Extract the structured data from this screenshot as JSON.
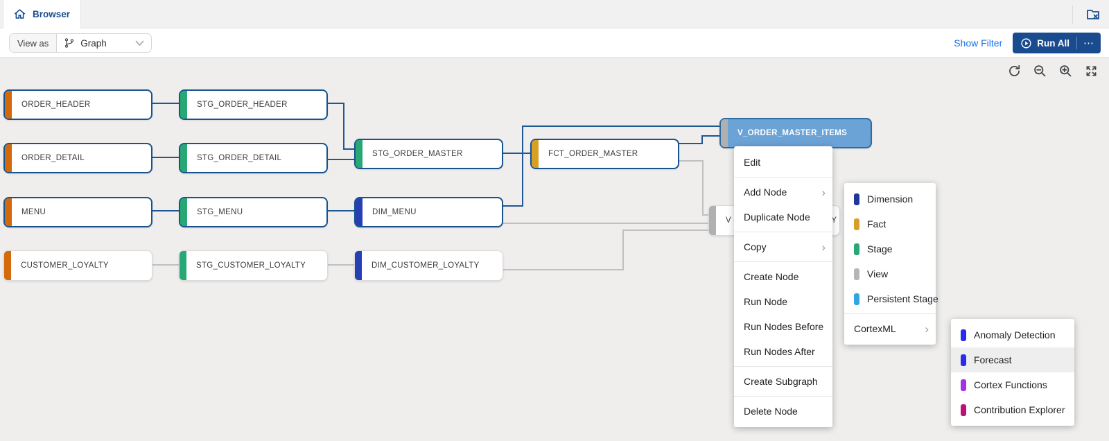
{
  "glyphs": {
    "chevron_right": "›",
    "ellipsis": "⋯"
  },
  "tab_bar": {
    "browser_tab": "Browser"
  },
  "toolbar": {
    "view_as_label": "View as",
    "view_mode_value": "Graph",
    "show_filter_label": "Show Filter",
    "run_all_label": "Run All"
  },
  "icons": {
    "tab": "home-icon",
    "tab_bar_right": "close-folder-icon",
    "view_mode": "branch-icon",
    "view_mode_chevron": "chevron-down-icon",
    "run_all": "play-circle-icon",
    "canvas_tools": [
      "refresh-icon",
      "zoom-out-icon",
      "zoom-in-icon",
      "fit-to-screen-icon"
    ]
  },
  "graph": {
    "palette": {
      "source": "#d4690b",
      "stage": "#27a874",
      "fact": "#d7a025",
      "dimension": "#2640b3",
      "view": "#b0b0b0",
      "edge_highlight": "#1d5796",
      "edge_muted": "#c1c0bf",
      "selected_fill": "#6ba3d6",
      "selected_border": "#2f6b9f",
      "node_border": "#17548f"
    },
    "nodes": [
      {
        "label": "ORDER_HEADER",
        "type": "source"
      },
      {
        "label": "STG_ORDER_HEADER",
        "type": "stage"
      },
      {
        "label": "ORDER_DETAIL",
        "type": "source"
      },
      {
        "label": "STG_ORDER_DETAIL",
        "type": "stage"
      },
      {
        "label": "MENU",
        "type": "source"
      },
      {
        "label": "STG_MENU",
        "type": "stage"
      },
      {
        "label": "CUSTOMER_LOYALTY",
        "type": "source"
      },
      {
        "label": "STG_CUSTOMER_LOYALTY",
        "type": "stage"
      },
      {
        "label": "STG_ORDER_MASTER",
        "type": "stage"
      },
      {
        "label": "DIM_MENU",
        "type": "dimension"
      },
      {
        "label": "DIM_CUSTOMER_LOYALTY",
        "type": "dimension"
      },
      {
        "label": "FCT_ORDER_MASTER",
        "type": "fact"
      },
      {
        "label": "V_ORDER_MASTER_ITEMS",
        "type": "view",
        "selected": true
      },
      {
        "label_start": "V",
        "label_end": "Y",
        "type": "view"
      }
    ]
  },
  "context_menu": {
    "items": [
      "Edit",
      "Add Node",
      "Duplicate Node",
      "Copy",
      "Create Node",
      "Run Node",
      "Run Nodes Before",
      "Run Nodes After",
      "Create Subgraph",
      "Delete Node"
    ]
  },
  "add_node_submenu": {
    "items": [
      {
        "label": "Dimension",
        "color": "#1e3799"
      },
      {
        "label": "Fact",
        "color": "#d7a025"
      },
      {
        "label": "Stage",
        "color": "#27a874"
      },
      {
        "label": "View",
        "color": "#b5b5b5"
      },
      {
        "label": "Persistent Stage",
        "color": "#2fa6dd"
      }
    ],
    "cortexml_label": "CortexML"
  },
  "cortexml_submenu": {
    "items": [
      {
        "label": "Anomaly Detection",
        "color": "#2b2bed"
      },
      {
        "label": "Forecast",
        "color": "#2b2bed",
        "highlighted": true
      },
      {
        "label": "Cortex Functions",
        "color": "#a332e3"
      },
      {
        "label": "Contribution Explorer",
        "color": "#bd0f78"
      }
    ]
  }
}
